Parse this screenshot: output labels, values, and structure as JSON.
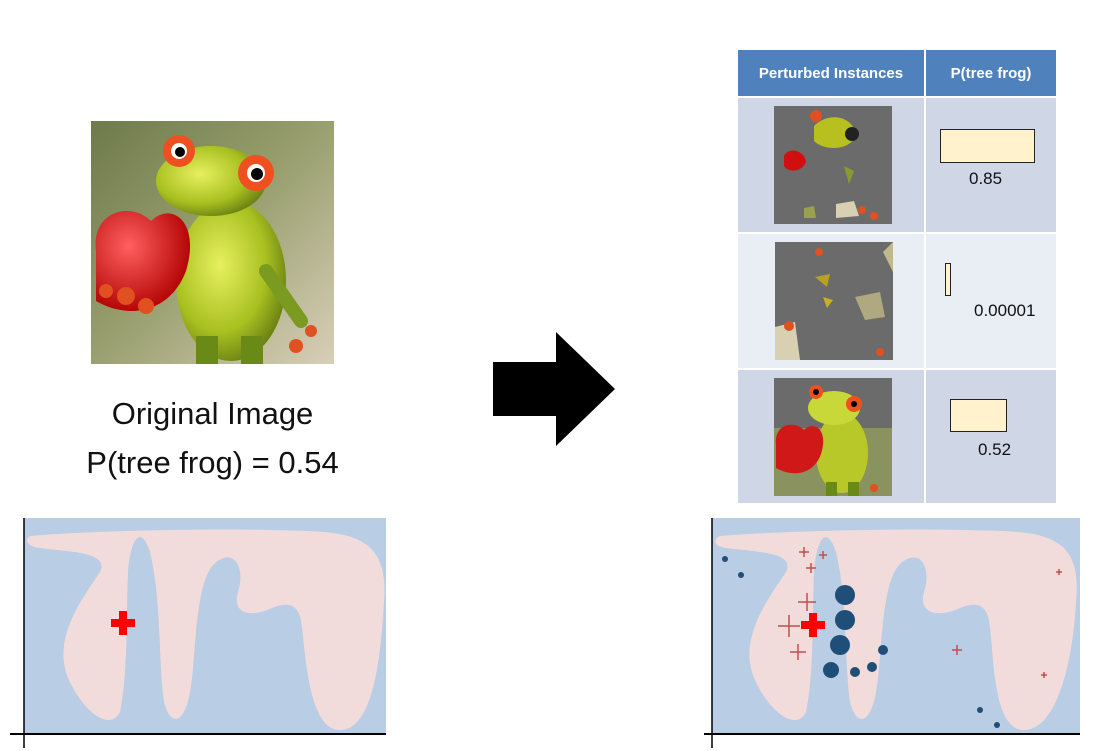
{
  "caption": {
    "line1": "Original Image",
    "line2": "P(tree frog)  = 0.54"
  },
  "table": {
    "header": [
      "Perturbed Instances",
      "P(tree frog)"
    ],
    "rows": [
      {
        "prob": 0.85,
        "label": "0.85"
      },
      {
        "prob": 1e-05,
        "label": "0.00001"
      },
      {
        "prob": 0.52,
        "label": "0.52"
      }
    ]
  },
  "colors": {
    "header_blue": "#4f81bd",
    "bar_fill": "#fff2cc",
    "region_pink": "#f2dcdb",
    "region_blue": "#b9cde4",
    "point_blue": "#1f4e79",
    "cross_red": "#ff0000",
    "cross_light": "#c0504d"
  },
  "icons": {
    "arrow": "right-arrow-icon",
    "main_instance": "red-cross-icon"
  }
}
